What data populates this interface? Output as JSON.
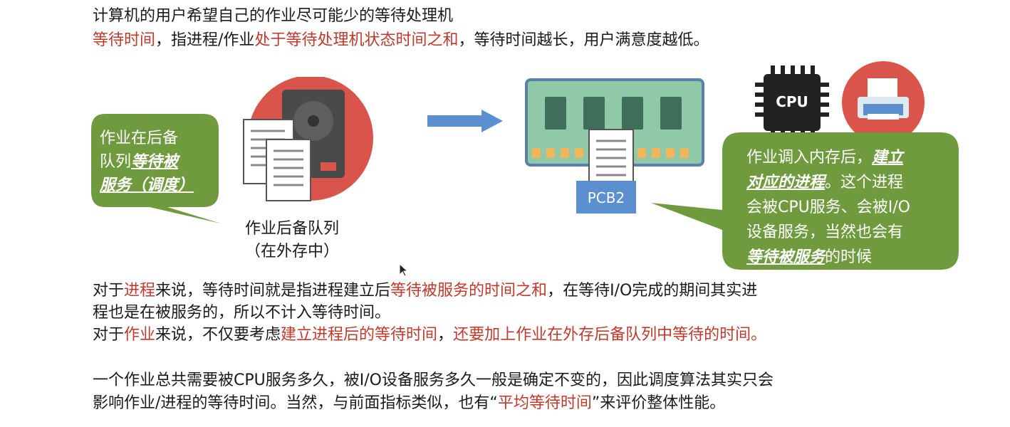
{
  "heading": {
    "line1": "计算机的用户希望自己的作业尽可能少的等待处理机",
    "def_term": "等待时间",
    "def_mid": "，指进程/作业",
    "def_red": "处于等待处理机状态时间之和",
    "def_end": "，等待时间越长，用户满意度越低。"
  },
  "left_bubble": {
    "plain1": "作业在后备",
    "plain2": "队列",
    "emph1": "等待被",
    "emph2": "服务（调度）"
  },
  "queue_caption": {
    "line1": "作业后备队列",
    "line2": "（在外存中）"
  },
  "memory": {
    "pcb_label": "PCB2"
  },
  "cpu_label": "CPU",
  "right_bubble": {
    "l1_plain": "作业调入内存后，",
    "l1_emph": "建立",
    "l2_emph": "对应的进程",
    "l2_plain": "。这个进程",
    "l3": "会被CPU服务、会被I/O",
    "l4": "设备服务，当然也会有",
    "l5_emph": "等待被服务",
    "l5_plain": "的时候"
  },
  "body": {
    "p1_a": "对于",
    "p1_b": "进程",
    "p1_c": "来说，等待时间就是指进程建立后",
    "p1_d": "等待被服务的时间之和",
    "p1_e": "，在等待I/O完成的期间其实进",
    "p1_f": "程也是在被服务的，所以不计入等待时间。",
    "p2_a": "对于",
    "p2_b": "作业",
    "p2_c": "来说，不仅要考虑",
    "p2_d": "建立进程后的等待时间",
    "p2_e": "，",
    "p2_f": "还要加上作业在外存后备队列中等待的时间。",
    "p3_a": "一个作业总共需要被CPU服务多久，被I/O设备服务多久一般是确定不变的，因此调度算法其实只会",
    "p3_b": "影响作业/进程的等待时间。当然，与前面指标类似，也有“",
    "p3_c": "平均等待时间",
    "p3_d": "”来评价整体性能。"
  },
  "colors": {
    "accent_red": "#c0392b",
    "bubble_green": "#6f9a3e",
    "circle_red": "#d9554b",
    "arrow_blue": "#5b8fd0",
    "pcb_blue": "#5b8fd0",
    "ram_green": "#8fc9a8"
  }
}
